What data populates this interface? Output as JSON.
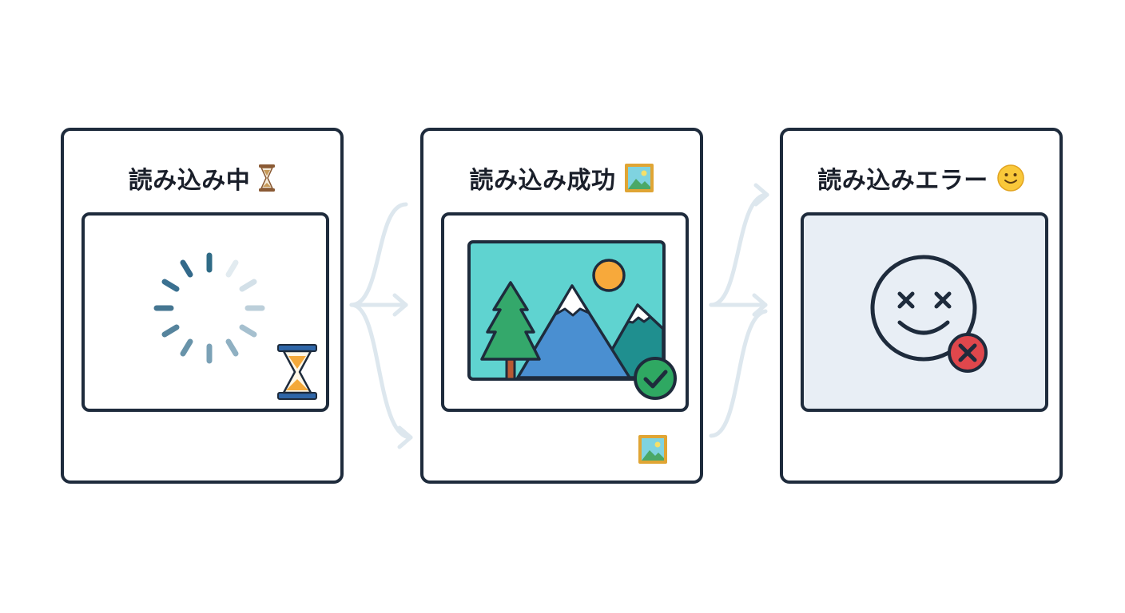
{
  "states": [
    {
      "title": "読み込み中",
      "title_icon": "hourglass-icon",
      "illustration": "loading-spinner-icon",
      "badge_icon": "hourglass-icon"
    },
    {
      "title": "読み込み成功",
      "title_icon": "framed-picture-icon",
      "illustration": "landscape-image-icon",
      "badge_icon": "check-circle-icon",
      "footer_icon": "framed-picture-icon"
    },
    {
      "title": "読み込みエラー",
      "title_icon": "smiley-face-icon",
      "illustration": "dizzy-face-icon",
      "badge_icon": "error-x-circle-icon"
    }
  ],
  "colors": {
    "border": "#1e2b3c",
    "spinner": "#2f6b86",
    "connector": "#d9e4ec",
    "sky": "#5fd3d0",
    "mountain": "#4a8fd1",
    "tree": "#34a86b",
    "success": "#2fa862",
    "error": "#e0474c",
    "error_panel": "#e8eef5"
  }
}
